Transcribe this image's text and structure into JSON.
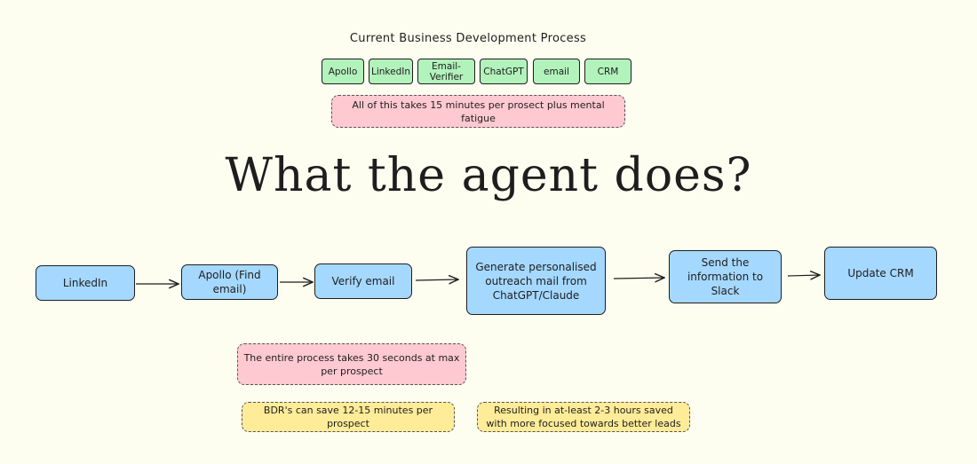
{
  "top": {
    "title": "Current Business Development Process",
    "tools": [
      "Apollo",
      "LinkedIn",
      "Email-\nVerifier",
      "ChatGPT",
      "email",
      "CRM"
    ],
    "note": "All of this takes 15 minutes per prosect plus mental fatigue"
  },
  "headline": "What the agent does?",
  "flow": {
    "steps": [
      "LinkedIn",
      "Apollo (Find email)",
      "Verify email",
      "Generate personalised outreach mail from ChatGPT/Claude",
      "Send the information to Slack",
      "Update CRM"
    ]
  },
  "notes": {
    "process_time": "The entire process takes 30 seconds at max per prospect",
    "bdr_save": "BDR's can save 12-15 minutes per prospect",
    "hours_saved": "Resulting in at-least 2-3 hours saved with more focused towards better leads"
  },
  "colors": {
    "background": "#fdfdf0",
    "tool_fill": "#b2f2bb",
    "step_fill": "#a5d8ff",
    "pink_note": "#ffc9d1",
    "yellow_note": "#ffec99"
  }
}
